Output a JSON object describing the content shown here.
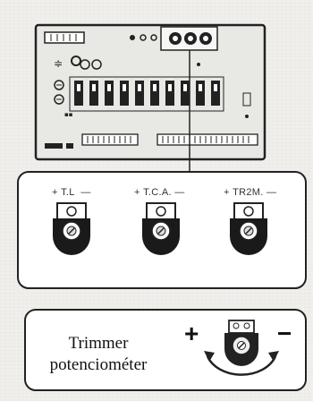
{
  "potentiometers": [
    {
      "id": "tl",
      "label": "T.L"
    },
    {
      "id": "tca",
      "label": "T.C.A."
    },
    {
      "id": "tr2m",
      "label": "TR2M."
    }
  ],
  "legend": {
    "line1": "Trimmer",
    "line2": "potenciométer",
    "plus": "+",
    "minus": "−"
  },
  "colors": {
    "board": "#e7e7e3",
    "ink": "#1c1c1c",
    "panel": "#ffffff"
  }
}
